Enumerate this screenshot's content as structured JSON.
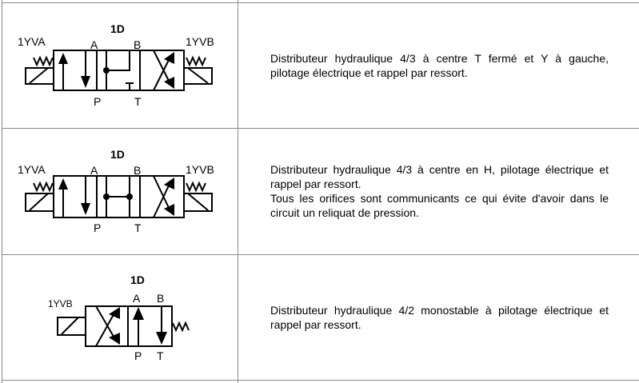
{
  "rows": [
    {
      "symbol": {
        "title": "1D",
        "sol_left": "1YVA",
        "sol_right": "1YVB",
        "port_a": "A",
        "port_b": "B",
        "port_p": "P",
        "port_t": "T"
      },
      "description": [
        "Distributeur hydraulique 4/3 à centre T fermé et Y à gauche, pilotage électrique et rappel par ressort."
      ]
    },
    {
      "symbol": {
        "title": "1D",
        "sol_left": "1YVA",
        "sol_right": "1YVB",
        "port_a": "A",
        "port_b": "B",
        "port_p": "P",
        "port_t": "T"
      },
      "description": [
        "Distributeur hydraulique 4/3 à centre en H, pilotage électrique et rappel par ressort.",
        "Tous les orifices sont communicants ce qui évite d'avoir dans le circuit un reliquat de pression."
      ]
    },
    {
      "symbol": {
        "title": "1D",
        "sol_left": "1YVB",
        "port_a": "A",
        "port_b": "B",
        "port_p": "P",
        "port_t": "T"
      },
      "description": [
        "Distributeur hydraulique 4/2 monostable à pilotage électrique et rappel par ressort."
      ]
    }
  ]
}
